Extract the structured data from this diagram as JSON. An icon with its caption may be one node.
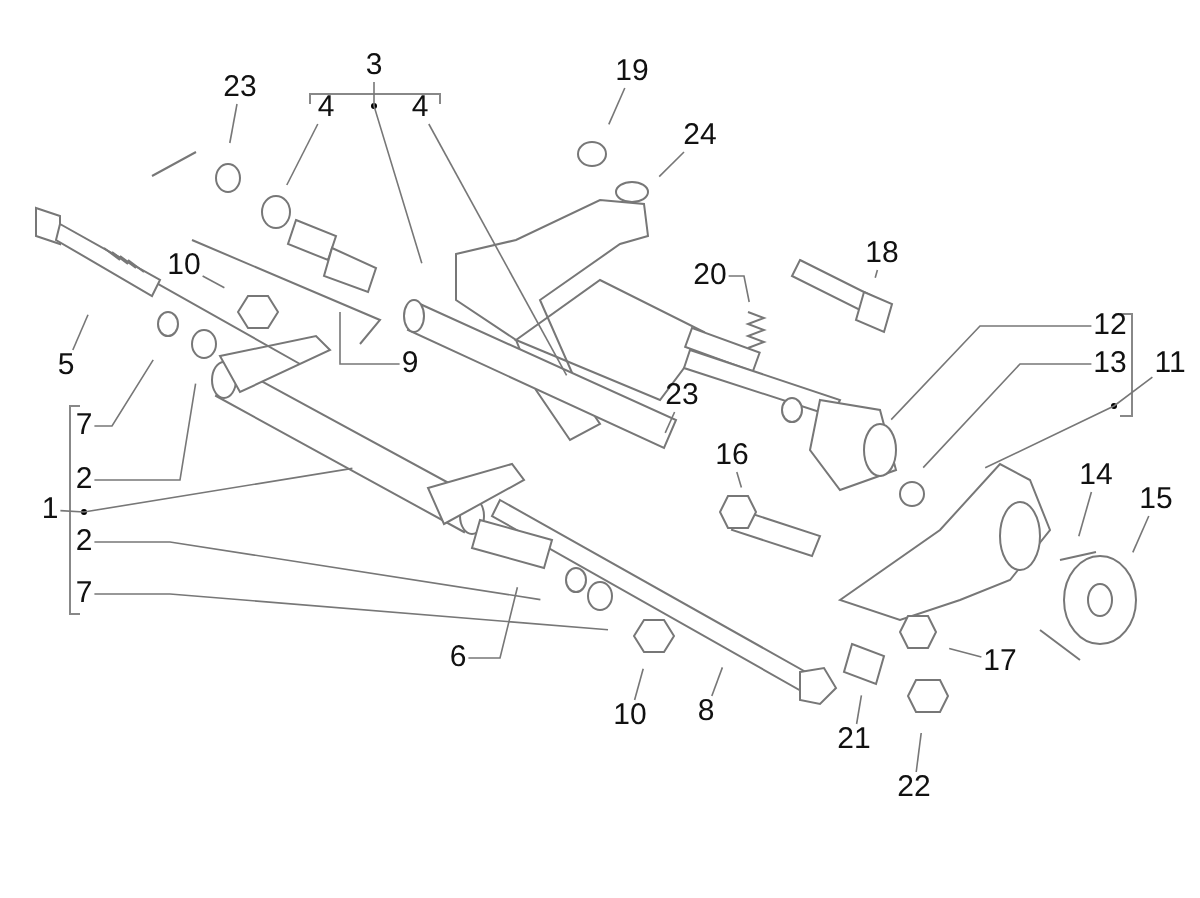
{
  "diagram": {
    "nodes": [
      {
        "text": [
          "23"
        ]
      },
      {
        "text": [
          "3"
        ]
      },
      {
        "text": [
          "4"
        ]
      },
      {
        "text": [
          "4"
        ]
      },
      {
        "text": [
          "19"
        ]
      },
      {
        "text": [
          "24"
        ]
      },
      {
        "text": [
          "10"
        ]
      },
      {
        "text": [
          "18"
        ]
      },
      {
        "text": [
          "20"
        ]
      },
      {
        "text": [
          "5"
        ]
      },
      {
        "text": [
          "9"
        ]
      },
      {
        "text": [
          "12"
        ]
      },
      {
        "text": [
          "13"
        ]
      },
      {
        "text": [
          "11"
        ]
      },
      {
        "text": [
          "7"
        ]
      },
      {
        "text": [
          "2"
        ]
      },
      {
        "text": [
          "23"
        ]
      },
      {
        "text": [
          "16"
        ]
      },
      {
        "text": [
          "1"
        ]
      },
      {
        "text": [
          "2"
        ]
      },
      {
        "text": [
          "14"
        ]
      },
      {
        "text": [
          "15"
        ]
      },
      {
        "text": [
          "7"
        ]
      },
      {
        "text": [
          "6"
        ]
      },
      {
        "text": [
          "17"
        ]
      },
      {
        "text": [
          "10"
        ]
      },
      {
        "text": [
          "8"
        ]
      },
      {
        "text": [
          "21"
        ]
      },
      {
        "text": [
          "22"
        ]
      }
    ],
    "edges": [
      {
        "from": 0,
        "to": null,
        "arrow": "none"
      },
      {
        "from": 1,
        "to": null,
        "arrow": "none"
      },
      {
        "from": 2,
        "to": null,
        "arrow": "none"
      },
      {
        "from": 3,
        "to": null,
        "arrow": "none"
      },
      {
        "from": 4,
        "to": null,
        "arrow": "none"
      },
      {
        "from": 5,
        "to": null,
        "arrow": "none"
      },
      {
        "from": 6,
        "to": null,
        "arrow": "none"
      },
      {
        "from": 7,
        "to": null,
        "arrow": "none"
      },
      {
        "from": 8,
        "to": null,
        "arrow": "none"
      },
      {
        "from": 9,
        "to": null,
        "arrow": "none"
      },
      {
        "from": 10,
        "to": null,
        "arrow": "none"
      },
      {
        "from": 11,
        "to": null,
        "arrow": "none"
      },
      {
        "from": 12,
        "to": null,
        "arrow": "none"
      },
      {
        "from": 13,
        "to": null,
        "arrow": "none"
      },
      {
        "from": 14,
        "to": null,
        "arrow": "none"
      },
      {
        "from": 15,
        "to": null,
        "arrow": "none"
      },
      {
        "from": 16,
        "to": null,
        "arrow": "none"
      },
      {
        "from": 17,
        "to": null,
        "arrow": "none"
      },
      {
        "from": 18,
        "to": null,
        "arrow": "none"
      },
      {
        "from": 19,
        "to": null,
        "arrow": "none"
      },
      {
        "from": 20,
        "to": null,
        "arrow": "none"
      },
      {
        "from": 21,
        "to": null,
        "arrow": "none"
      },
      {
        "from": 22,
        "to": null,
        "arrow": "none"
      },
      {
        "from": 23,
        "to": null,
        "arrow": "none"
      },
      {
        "from": 24,
        "to": null,
        "arrow": "none"
      },
      {
        "from": 25,
        "to": null,
        "arrow": "none"
      },
      {
        "from": 26,
        "to": null,
        "arrow": "none"
      },
      {
        "from": 27,
        "to": null,
        "arrow": "none"
      },
      {
        "from": 28,
        "to": null,
        "arrow": "none"
      }
    ]
  }
}
